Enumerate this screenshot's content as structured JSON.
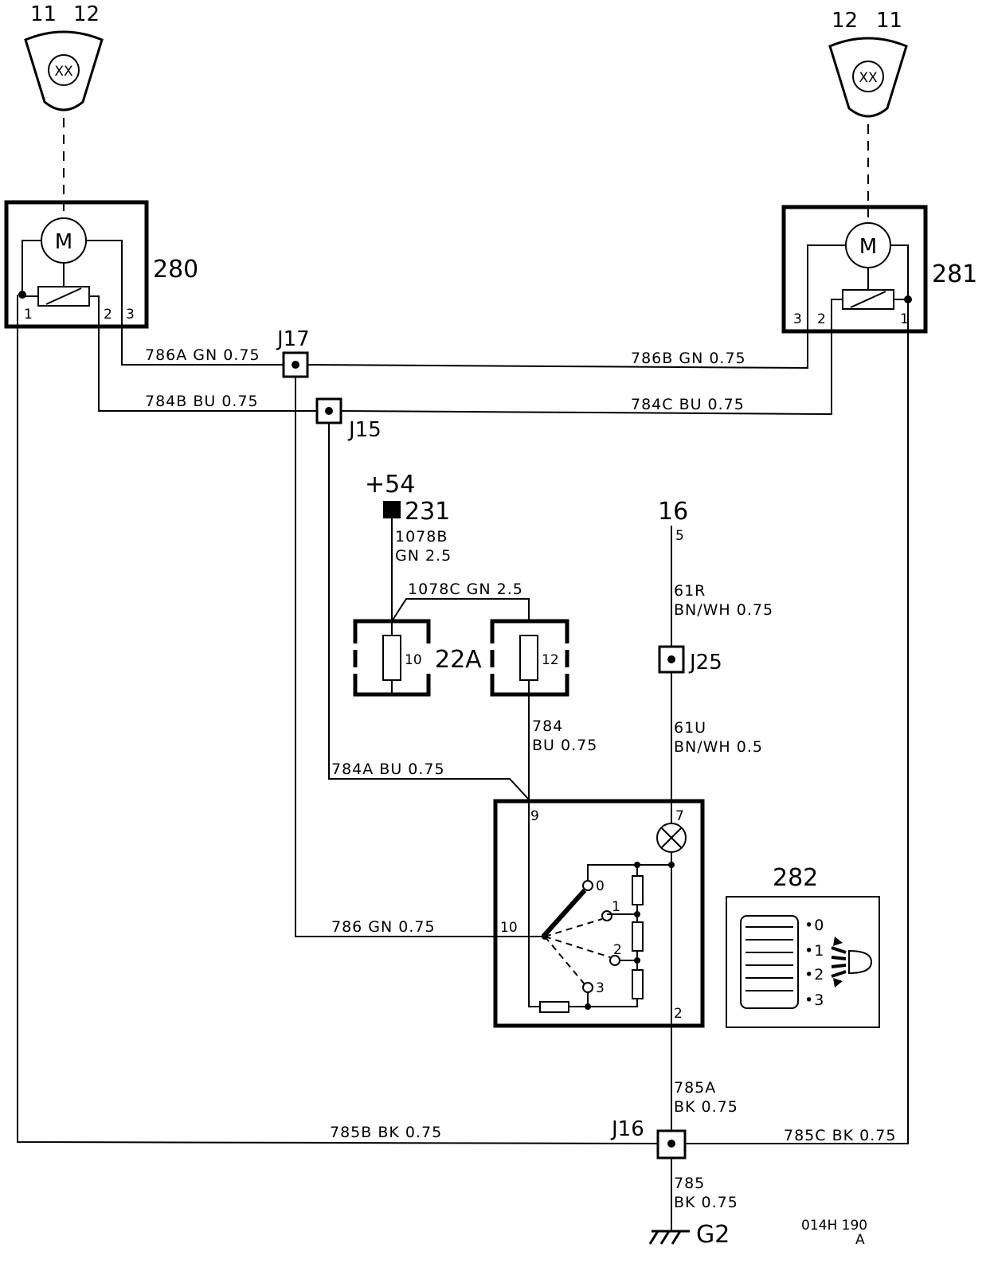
{
  "headlamps": {
    "left": {
      "pin_a": "11",
      "pin_b": "12",
      "symbol": "XX"
    },
    "right": {
      "pin_a": "12",
      "pin_b": "11",
      "symbol": "XX"
    }
  },
  "motors": {
    "left": {
      "id": "280",
      "motor_label": "M",
      "pins": [
        "1",
        "2",
        "3"
      ]
    },
    "right": {
      "id": "281",
      "motor_label": "M",
      "pins": [
        "3",
        "2",
        "1"
      ]
    }
  },
  "junctions": {
    "j17": "J17",
    "j15": "J15",
    "j25": "J25",
    "j16": "J16"
  },
  "supply": {
    "terminal": "+54",
    "connector": "231",
    "wire_1078b_id": "1078B",
    "wire_1078b_spec": "GN 2.5"
  },
  "fusebox": {
    "id": "22A",
    "fuse_a": "10",
    "fuse_b": "12"
  },
  "feed16": {
    "source": "16",
    "pin": "5"
  },
  "wires": {
    "w786a": "786A GN 0.75",
    "w786b": "786B GN 0.75",
    "w784b": "784B BU 0.75",
    "w784c": "784C BU 0.75",
    "w1078c": "1078C GN 2.5",
    "w61r_id": "61R",
    "w61r_spec": "BN/WH 0.75",
    "w61u_id": "61U",
    "w61u_spec": "BN/WH 0.5",
    "w784_id": "784",
    "w784_spec": "BU 0.75",
    "w784a": "784A BU 0.75",
    "w786": "786 GN 0.75",
    "w785a_id": "785A",
    "w785a_spec": "BK 0.75",
    "w785b": "785B BK 0.75",
    "w785c": "785C BK 0.75",
    "w785_id": "785",
    "w785_spec": "BK 0.75"
  },
  "switch": {
    "pin_9": "9",
    "pin_7": "7",
    "pin_10": "10",
    "pin_2": "2",
    "positions": [
      "0",
      "1",
      "2",
      "3"
    ]
  },
  "control_panel": {
    "id": "282",
    "positions": [
      "•0",
      "•1",
      "•2",
      "•3"
    ]
  },
  "ground": {
    "label": "G2"
  },
  "drawing_ref": {
    "line1": "014H 190",
    "line2": "A"
  }
}
